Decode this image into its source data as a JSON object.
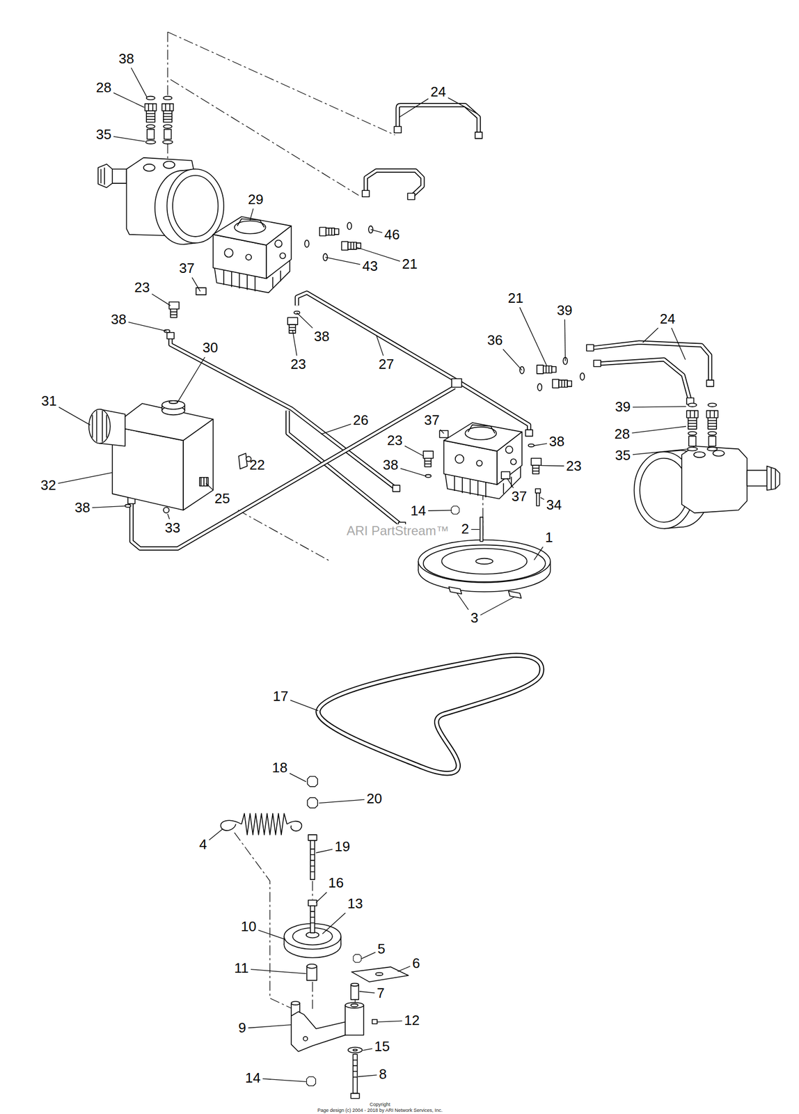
{
  "diagram": {
    "labels": [
      "38",
      "28",
      "24",
      "35",
      "29",
      "46",
      "21",
      "43",
      "37",
      "23",
      "21",
      "39",
      "24",
      "38",
      "38",
      "36",
      "23",
      "27",
      "30",
      "39",
      "31",
      "26",
      "37",
      "23",
      "28",
      "38",
      "35",
      "23",
      "22",
      "32",
      "38",
      "25",
      "38",
      "37",
      "34",
      "14",
      "33",
      "ARI PartStream™",
      "2",
      "1",
      "3",
      "17",
      "18",
      "20",
      "4",
      "19",
      "16",
      "13",
      "10",
      "5",
      "6",
      "11",
      "7",
      "12",
      "9",
      "15",
      "8",
      "14",
      "Copyright",
      "Page design (c) 2004 - 2018 by ARI Network Services, Inc."
    ]
  }
}
